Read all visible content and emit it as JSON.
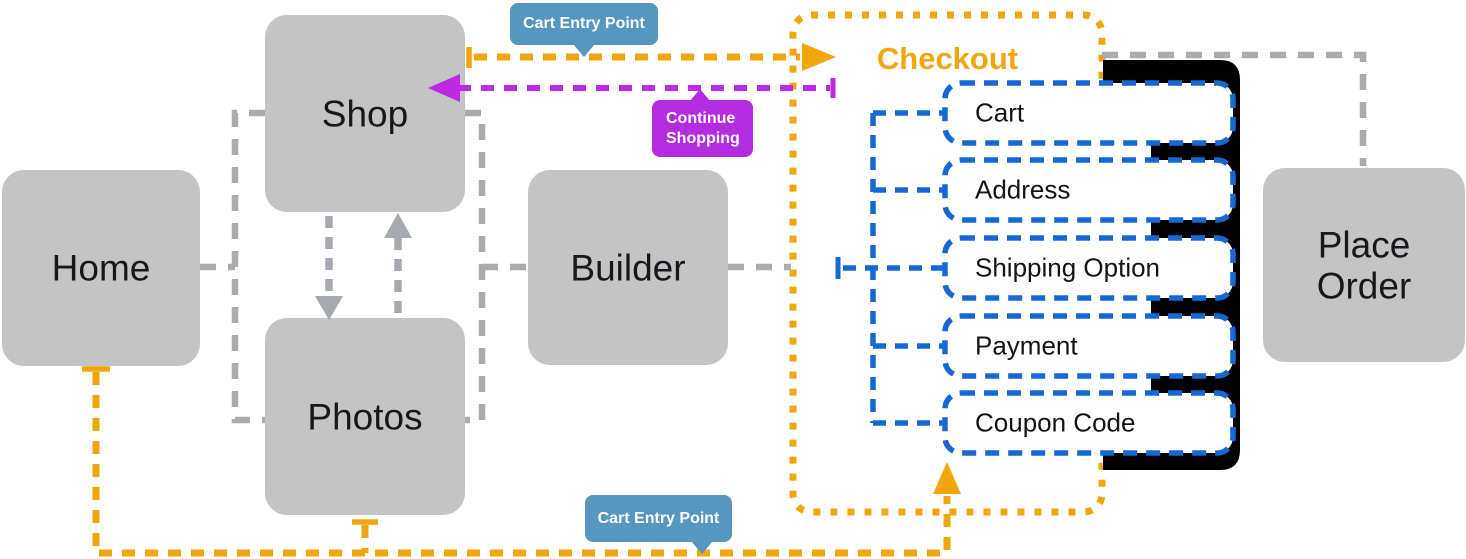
{
  "diagram": {
    "type": "site-flow-diagram",
    "nodes": {
      "home": {
        "label": "Home"
      },
      "shop": {
        "label": "Shop"
      },
      "photos": {
        "label": "Photos"
      },
      "builder": {
        "label": "Builder"
      },
      "place_order": {
        "label": "Place Order"
      }
    },
    "checkout": {
      "title": "Checkout",
      "steps": [
        "Cart",
        "Address",
        "Shipping Option",
        "Payment",
        "Coupon Code"
      ]
    },
    "annotations": {
      "cart_entry_point_top": {
        "label": "Cart Entry Point"
      },
      "continue_shopping": {
        "label": "Continue Shopping"
      },
      "cart_entry_point_bottom": {
        "label": "Cart Entry Point"
      }
    },
    "colors": {
      "node_gray": "#C4C4C4",
      "connector_gray": "#A9ABAE",
      "arrow_gray": "#A6AAB0",
      "flow_orange": "#F2A60D",
      "flow_purple": "#BB2BE2",
      "step_blue": "#1668D6",
      "tag_blue_bg": "#5796BF",
      "tag_purple_bg": "#B42CDF",
      "text_dark": "#17181B"
    }
  }
}
